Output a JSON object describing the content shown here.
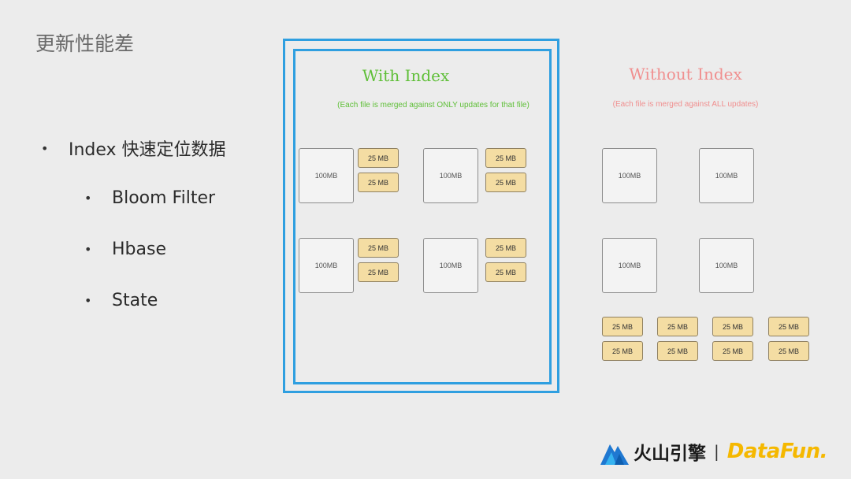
{
  "slide": {
    "title": "更新性能差",
    "bullets": [
      "Index 快速定位数据",
      "Bloom Filter",
      "Hbase",
      "State"
    ]
  },
  "with_index": {
    "title": "With Index",
    "note": "(Each file is merged against ONLY updates for that file)",
    "file_label": "100MB",
    "update_label": "25 MB"
  },
  "without_index": {
    "title": "Without Index",
    "note": "(Each file is merged against ALL updates)",
    "file_label": "100MB",
    "update_label": "25 MB"
  },
  "logo": {
    "brand_cn": "火山引擎",
    "separator": "|",
    "brand_en": "DataFun."
  },
  "colors": {
    "frame": "#2f9fe0",
    "with_text": "#5fbf38",
    "without_text": "#f08f8f",
    "update_fill": "#f4dda3"
  }
}
